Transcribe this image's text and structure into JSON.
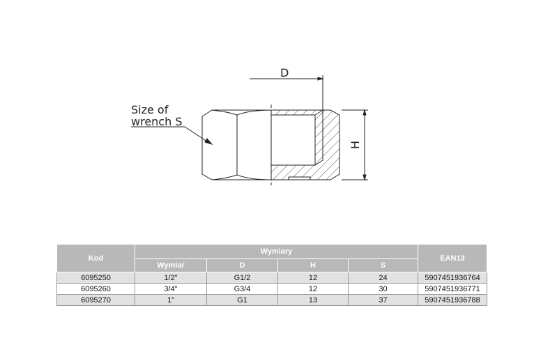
{
  "drawing": {
    "label_wrench": [
      "Size of",
      "wrench S"
    ],
    "label_d": "D",
    "label_h": "H"
  },
  "table": {
    "header_kod": "Kod",
    "header_group": "Wymiary",
    "header_ean": "EAN13",
    "subheaders": [
      "Wymiar",
      "D",
      "H",
      "S"
    ],
    "rows": [
      [
        "6095250",
        "1/2\"",
        "G1/2",
        "12",
        "24",
        "5907451936764"
      ],
      [
        "6095260",
        "3/4\"",
        "G3/4",
        "12",
        "30",
        "5907451936771"
      ],
      [
        "6095270",
        "1\"",
        "G1",
        "13",
        "37",
        "5907451936788"
      ]
    ]
  }
}
